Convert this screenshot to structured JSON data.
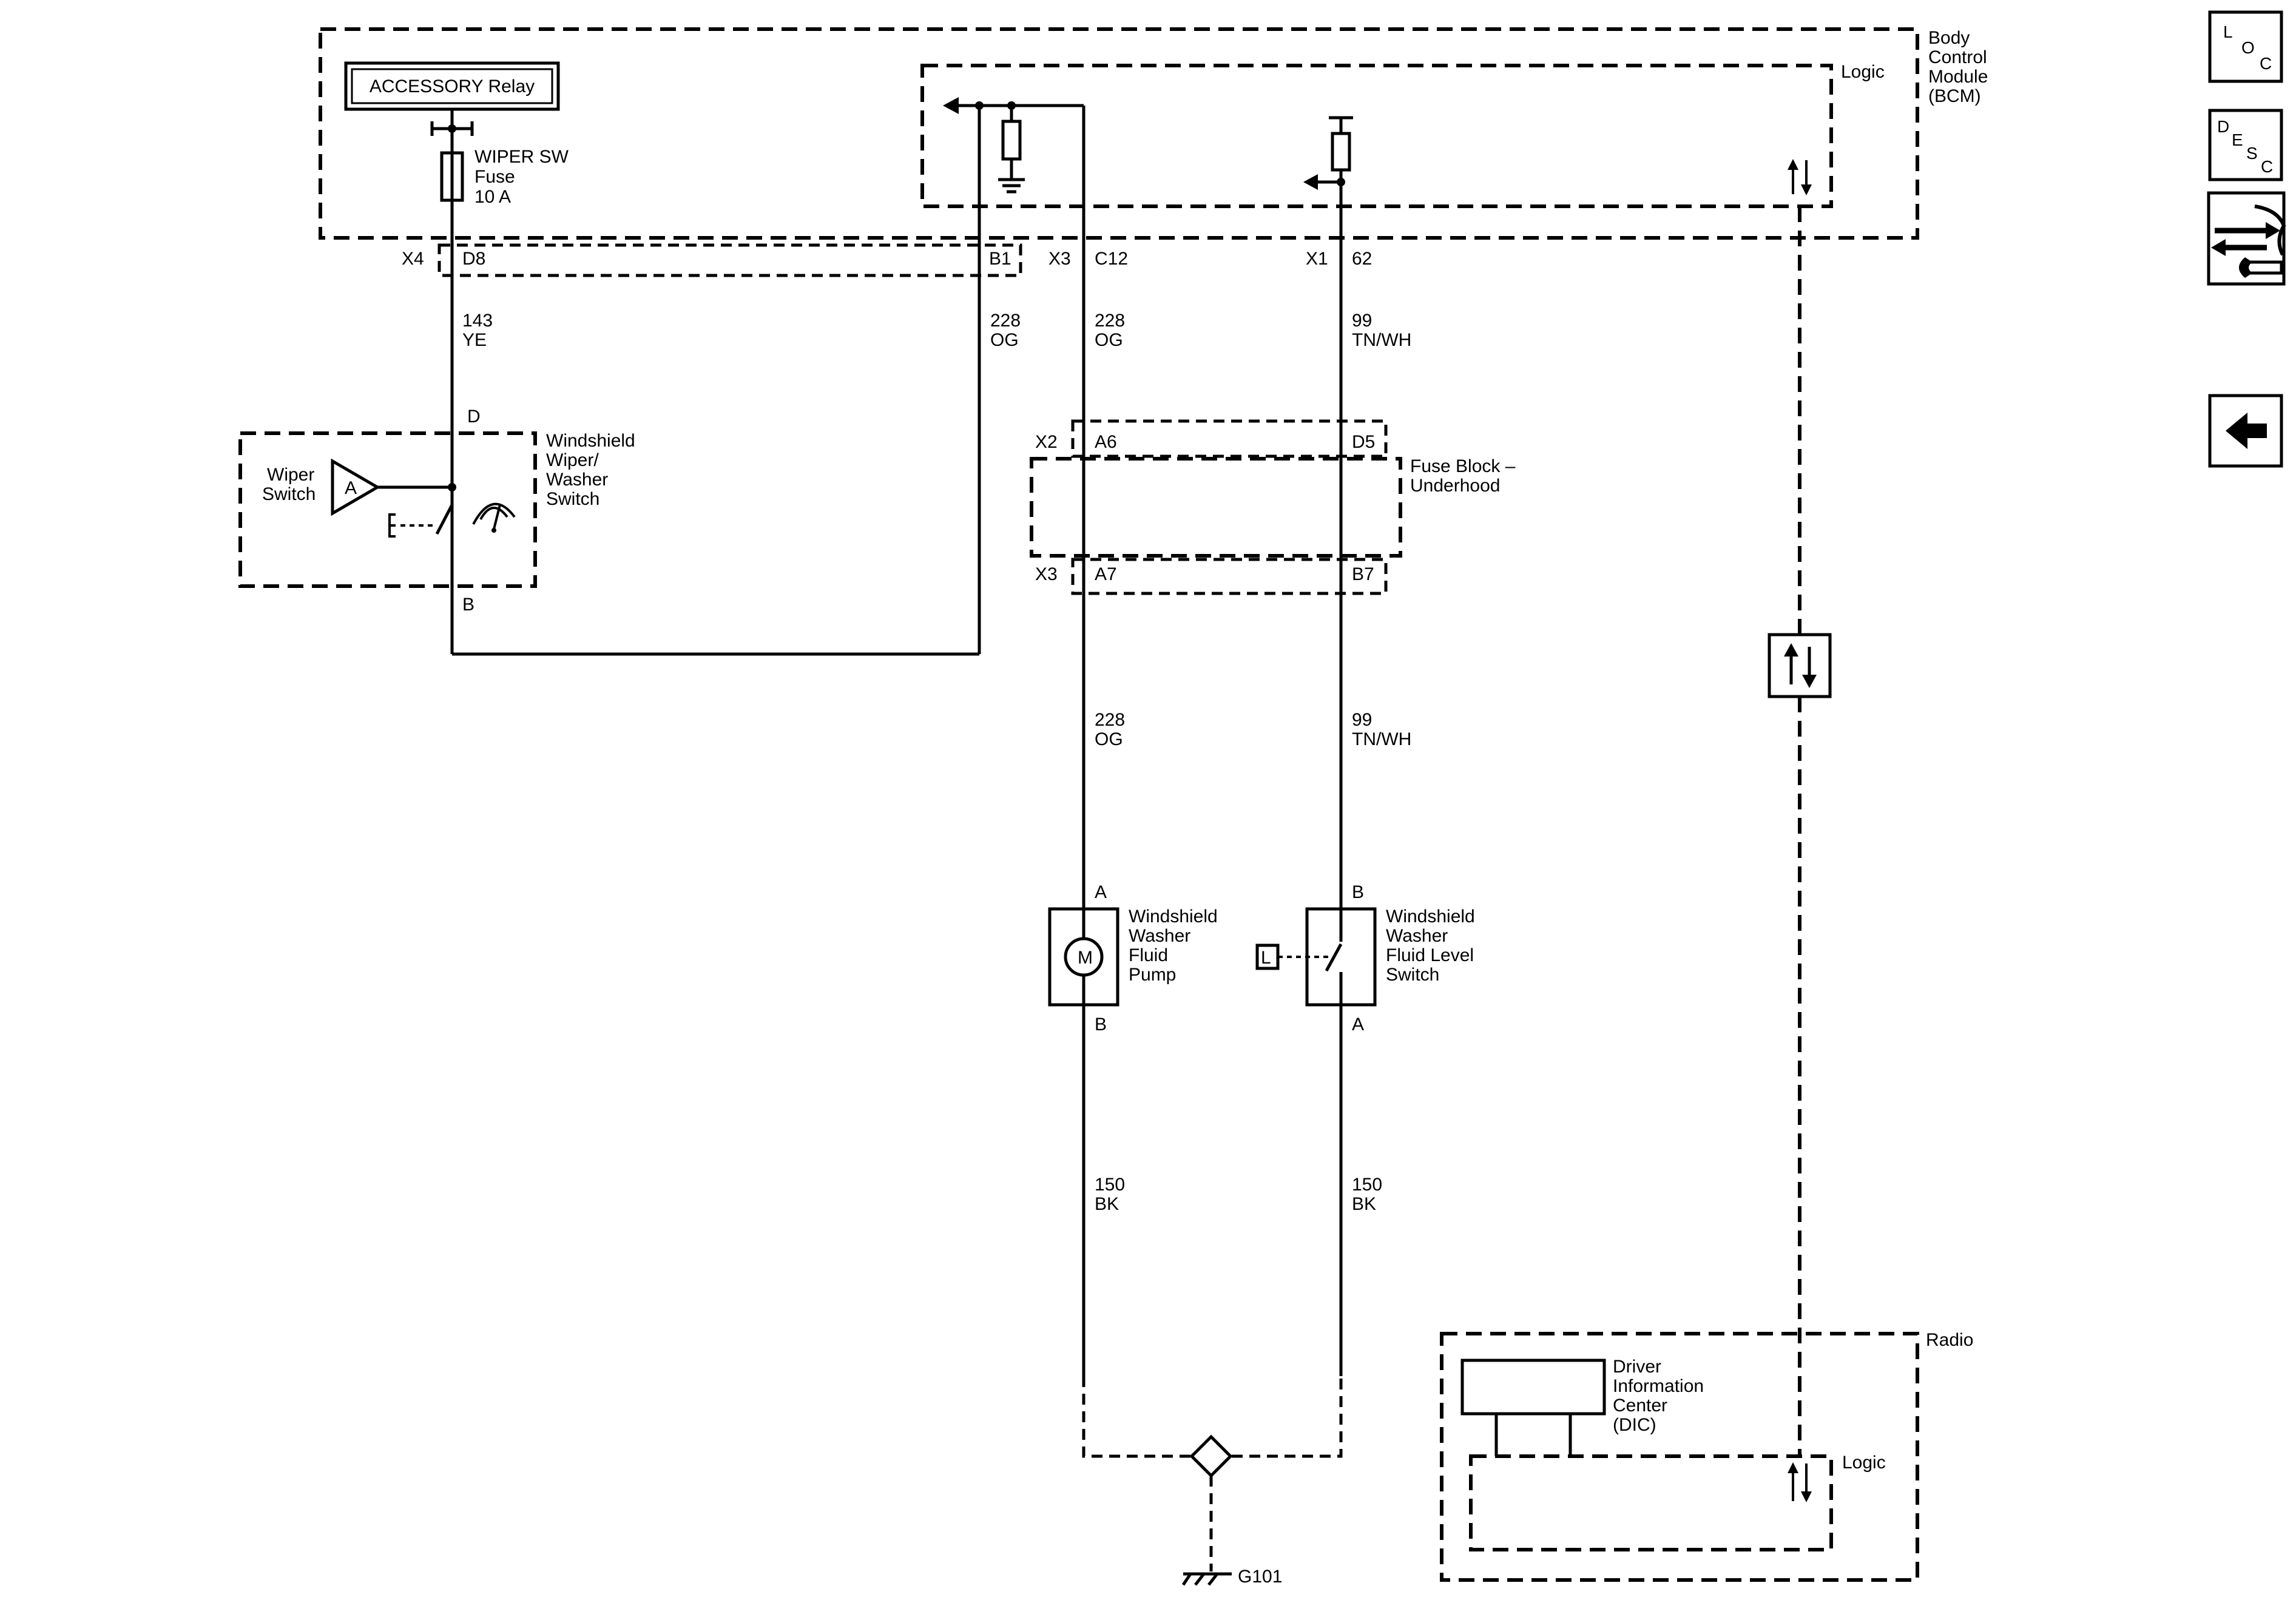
{
  "bcm": {
    "name_lines": [
      "Body",
      "Control",
      "Module",
      "(BCM)"
    ],
    "logic_label": "Logic",
    "accessory_relay": "ACCESSORY Relay",
    "fuse_lines": [
      "WIPER SW",
      "Fuse",
      "10 A"
    ]
  },
  "connectors": {
    "x4": "X4",
    "d8": "D8",
    "b1": "B1",
    "x3_top": "X3",
    "c12": "C12",
    "x1": "X1",
    "p62": "62",
    "x2": "X2",
    "a6": "A6",
    "d5": "D5",
    "x3_mid": "X3",
    "a7": "A7",
    "b7": "B7"
  },
  "wires": {
    "w143": [
      "143",
      "YE"
    ],
    "w228_b1": [
      "228",
      "OG"
    ],
    "w228_c12": [
      "228",
      "OG"
    ],
    "w99_top": [
      "99",
      "TN/WH"
    ],
    "w228_lower": [
      "228",
      "OG"
    ],
    "w99_lower": [
      "99",
      "TN/WH"
    ],
    "w150_left": [
      "150",
      "BK"
    ],
    "w150_right": [
      "150",
      "BK"
    ]
  },
  "wiper_switch": {
    "name_lines": [
      "Windshield",
      "Wiper/",
      "Washer",
      "Switch"
    ],
    "inner_label_lines": [
      "Wiper",
      "Switch"
    ],
    "pin_d": "D",
    "pin_b": "B",
    "symbol_a": "A"
  },
  "fuse_block": {
    "name_lines": [
      "Fuse Block –",
      "Underhood"
    ]
  },
  "washer_pump": {
    "name_lines": [
      "Windshield",
      "Washer",
      "Fluid",
      "Pump"
    ],
    "pin_a": "A",
    "pin_b": "B",
    "motor": "M"
  },
  "level_switch": {
    "name_lines": [
      "Windshield",
      "Washer",
      "Fluid Level",
      "Switch"
    ],
    "pin_b": "B",
    "pin_a": "A",
    "level_symbol": "L"
  },
  "radio": {
    "name": "Radio",
    "dic_lines": [
      "Driver",
      "Information",
      "Center",
      "(DIC)"
    ],
    "logic_label": "Logic"
  },
  "ground": {
    "name": "G101"
  },
  "nav": {
    "loc": [
      "L",
      "O",
      "C"
    ],
    "desc": [
      "D",
      "E",
      "S",
      "C"
    ]
  }
}
